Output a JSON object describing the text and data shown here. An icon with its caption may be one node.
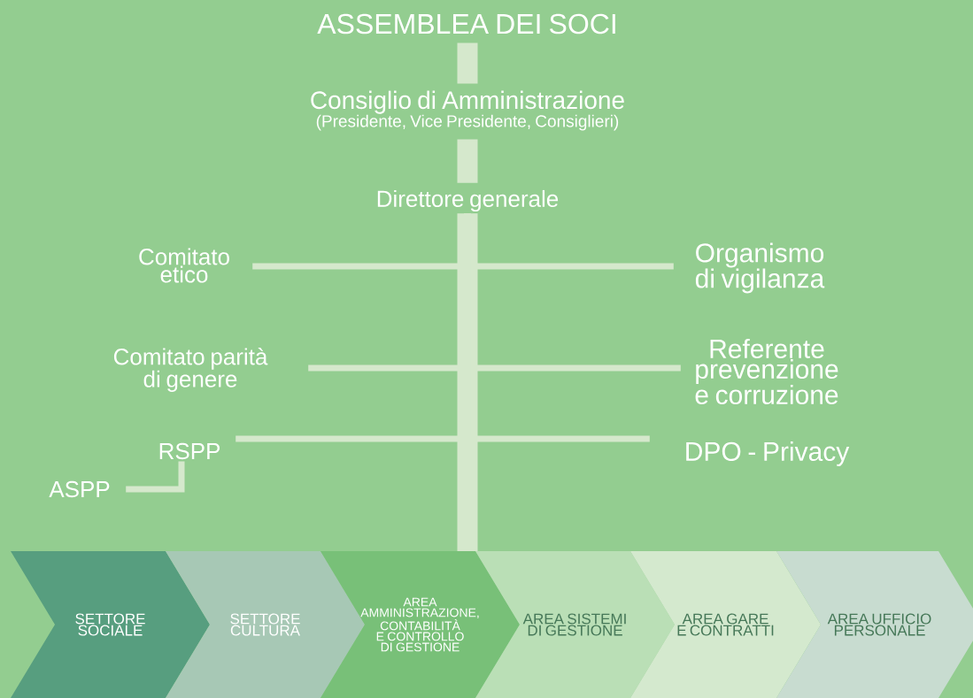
{
  "diagram": {
    "nodes": [
      {
        "text": [
          "ASSEMBLEA DEI SOCI"
        ]
      },
      {
        "text": [
          "Consiglio di Amministrazione",
          "(Presidente, Vice Presidente, Consiglieri)"
        ]
      },
      {
        "text": [
          "Direttore generale"
        ]
      },
      {
        "text": [
          "Comitato etico"
        ]
      },
      {
        "text": [
          "Organismo di vigilanza"
        ]
      },
      {
        "text": [
          "Comitato parità di genere"
        ]
      },
      {
        "text": [
          "Referente prevenzione e corruzione"
        ]
      },
      {
        "text": [
          "RSPP"
        ]
      },
      {
        "text": [
          "DPO - Privacy"
        ]
      },
      {
        "text": [
          "ASPP"
        ]
      },
      {
        "text": [
          "SETTORE SOCIALE"
        ]
      },
      {
        "text": [
          "SETTORE CULTURA"
        ]
      },
      {
        "text": [
          "AREA AMMINISTRAZIONE, CONTABILITÀ E CONTROLLO DI GESTIONE"
        ]
      },
      {
        "text": [
          "AREA SISTEMI DI GESTIONE"
        ]
      },
      {
        "text": [
          "AREA GARE E CONTRATTI"
        ]
      },
      {
        "text": [
          "AREA UFFICIO PERSONALE"
        ]
      }
    ],
    "edges": [
      {
        "from": 0,
        "to": 1,
        "arrow": "none",
        "style": "thick"
      },
      {
        "from": 1,
        "to": 2,
        "arrow": "none",
        "style": "thick"
      },
      {
        "from": 2,
        "to": 12,
        "arrow": "none",
        "style": "thick"
      },
      {
        "from": 2,
        "to": 3,
        "arrow": "none"
      },
      {
        "from": 2,
        "to": 4,
        "arrow": "none"
      },
      {
        "from": 2,
        "to": 5,
        "arrow": "none"
      },
      {
        "from": 2,
        "to": 6,
        "arrow": "none"
      },
      {
        "from": 2,
        "to": 7,
        "arrow": "none"
      },
      {
        "from": 2,
        "to": 8,
        "arrow": "none"
      },
      {
        "from": 7,
        "to": 9,
        "arrow": "none"
      }
    ]
  }
}
